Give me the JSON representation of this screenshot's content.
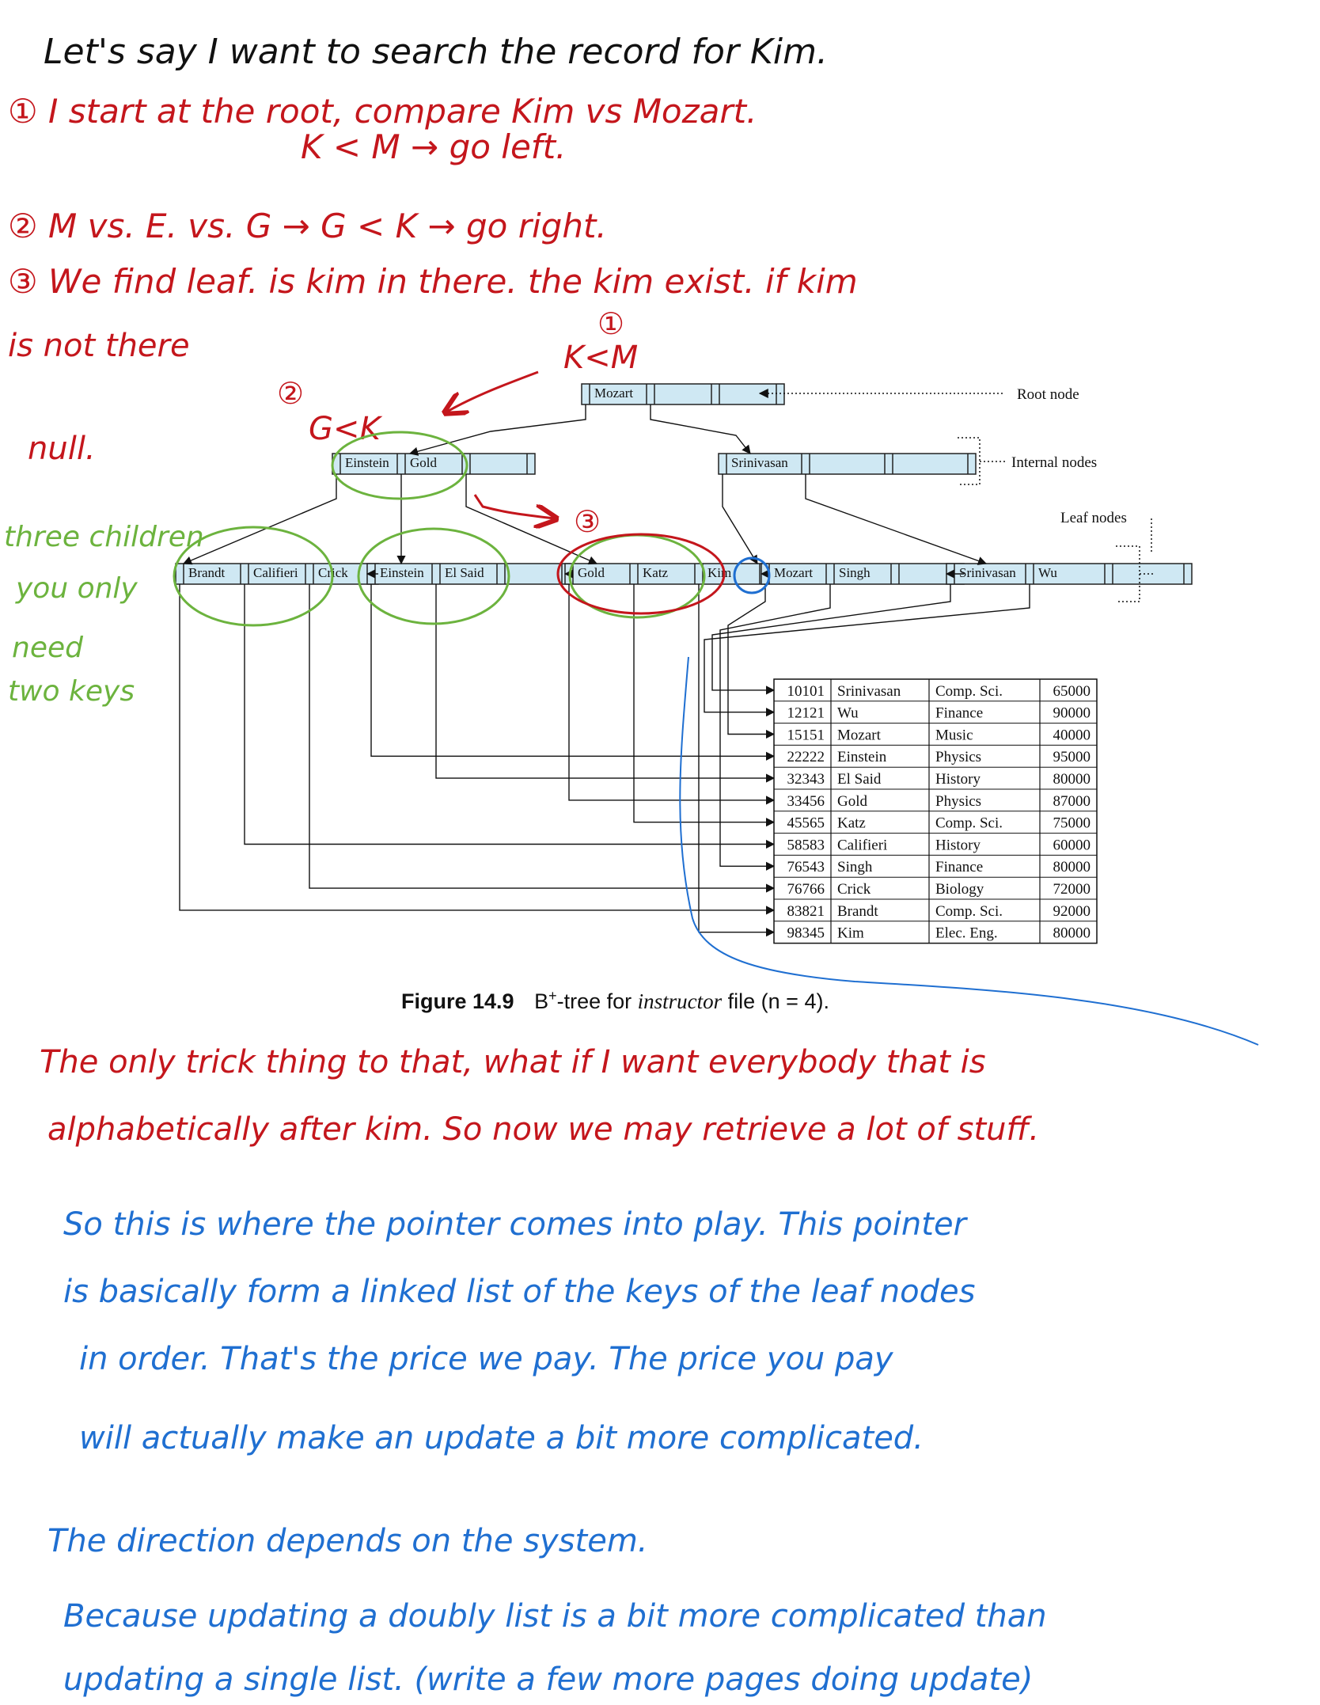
{
  "notes": {
    "top_black": "Let's say I want to search the record for Kim.",
    "step1_line1": "① I start at the root, compare Kim vs Mozart.",
    "step1_line2": "K < M → go left.",
    "step2": "② M vs. E. vs. G → G < K → go right.",
    "step3_line1": "③ We find leaf. is kim in there. the kim exist. if kim",
    "step3_line2": "is not there",
    "step3_line3": "null.",
    "marker1": "①",
    "marker1_text": "K<M",
    "marker2": "②",
    "marker2_text": "G<K",
    "marker3": "③",
    "green_note": [
      "three children",
      "you only",
      "need",
      "two keys"
    ],
    "red_para_line1": "The only trick thing to that, what if I want everybody that is",
    "red_para_line2": "alphabetically after kim. So now we may retrieve a lot of stuff.",
    "blue_para": [
      "So this is where the pointer comes into play. This pointer",
      "is basically form a linked list of the keys of the leaf nodes",
      "in order. That's the price we pay. The price you pay",
      "will actually make an update a bit more complicated.",
      "",
      "The direction depends on the system.",
      "Because updating a doubly list is a bit more complicated than",
      "updating a single list. (write a few more pages doing update)"
    ]
  },
  "diagram": {
    "root_keys": [
      "Mozart"
    ],
    "internal_left_keys": [
      "Einstein",
      "Gold"
    ],
    "internal_right_keys": [
      "Srinivasan"
    ],
    "leaves": [
      [
        "Brandt",
        "Califieri",
        "Crick"
      ],
      [
        "Einstein",
        "El Said"
      ],
      [
        "Gold",
        "Katz",
        "Kim"
      ],
      [
        "Mozart",
        "Singh"
      ],
      [
        "Srinivasan",
        "Wu"
      ]
    ],
    "labels": {
      "root": "Root node",
      "internal": "Internal nodes",
      "leaf": "Leaf nodes"
    },
    "table": [
      [
        "10101",
        "Srinivasan",
        "Comp. Sci.",
        "65000"
      ],
      [
        "12121",
        "Wu",
        "Finance",
        "90000"
      ],
      [
        "15151",
        "Mozart",
        "Music",
        "40000"
      ],
      [
        "22222",
        "Einstein",
        "Physics",
        "95000"
      ],
      [
        "32343",
        "El Said",
        "History",
        "80000"
      ],
      [
        "33456",
        "Gold",
        "Physics",
        "87000"
      ],
      [
        "45565",
        "Katz",
        "Comp. Sci.",
        "75000"
      ],
      [
        "58583",
        "Califieri",
        "History",
        "60000"
      ],
      [
        "76543",
        "Singh",
        "Finance",
        "80000"
      ],
      [
        "76766",
        "Crick",
        "Biology",
        "72000"
      ],
      [
        "83821",
        "Brandt",
        "Comp. Sci.",
        "92000"
      ],
      [
        "98345",
        "Kim",
        "Elec. Eng.",
        "80000"
      ]
    ],
    "caption_bold": "Figure 14.9",
    "caption_rest_pre": "B",
    "caption_sup": "+",
    "caption_rest_mid": "-tree for ",
    "caption_italic": "instructor",
    "caption_rest_post": " file (n = 4)."
  },
  "colors": {
    "red": "#c4161c",
    "green": "#6cb33e",
    "blue": "#1f6fd1",
    "node_fill": "#cfe8f3"
  }
}
